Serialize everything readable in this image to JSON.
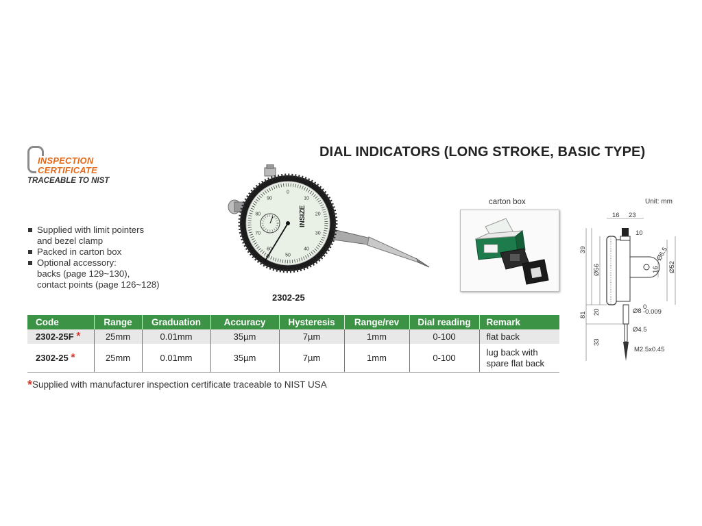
{
  "cert_logo": {
    "line1": "INSPECTION",
    "line2": "CERTIFICATE",
    "traceable": "TRACEABLE TO NIST"
  },
  "title": "DIAL INDICATORS (LONG STROKE, BASIC TYPE)",
  "features": [
    {
      "lines": [
        "Supplied with limit pointers",
        "and bezel clamp"
      ]
    },
    {
      "lines": [
        "Packed in carton box"
      ]
    },
    {
      "lines": [
        "Optional accessory:",
        "backs (page 129~130),",
        "contact points (page 126~128)"
      ]
    }
  ],
  "product": {
    "label": "2302-25",
    "dial_brand": "INSIZE",
    "dial_marks": [
      "0",
      "10",
      "20",
      "30",
      "40",
      "50",
      "60",
      "70",
      "80",
      "90"
    ]
  },
  "carton": {
    "label": "carton box"
  },
  "drawing": {
    "unit": "Unit: mm",
    "dims": [
      "16",
      "23",
      "10",
      "39",
      "Ø56",
      "Ø6.5",
      "16",
      "Ø52",
      "81",
      "20",
      "Ø8",
      "0",
      "-0.009",
      "Ø4.5",
      "33",
      "M2.5x0.45"
    ]
  },
  "table": {
    "headers": [
      "Code",
      "Range",
      "Graduation",
      "Accuracy",
      "Hysteresis",
      "Range/rev",
      "Dial reading",
      "Remark"
    ],
    "rows": [
      {
        "code": "2302-25F",
        "star": "*",
        "range": "25mm",
        "graduation": "0.01mm",
        "accuracy": "35µm",
        "hysteresis": "7µm",
        "range_rev": "1mm",
        "dial_reading": "0-100",
        "remark": [
          "flat back"
        ]
      },
      {
        "code": "2302-25",
        "star": "*",
        "range": "25mm",
        "graduation": "0.01mm",
        "accuracy": "35µm",
        "hysteresis": "7µm",
        "range_rev": "1mm",
        "dial_reading": "0-100",
        "remark": [
          "lug back with",
          "spare flat back"
        ]
      }
    ]
  },
  "footnote": {
    "star": "*",
    "text": "Supplied with manufacturer inspection certificate traceable to NIST USA"
  },
  "colors": {
    "table_header": "#3d9345",
    "logo_orange": "#e36a1a",
    "star_red": "#d83a2a"
  }
}
